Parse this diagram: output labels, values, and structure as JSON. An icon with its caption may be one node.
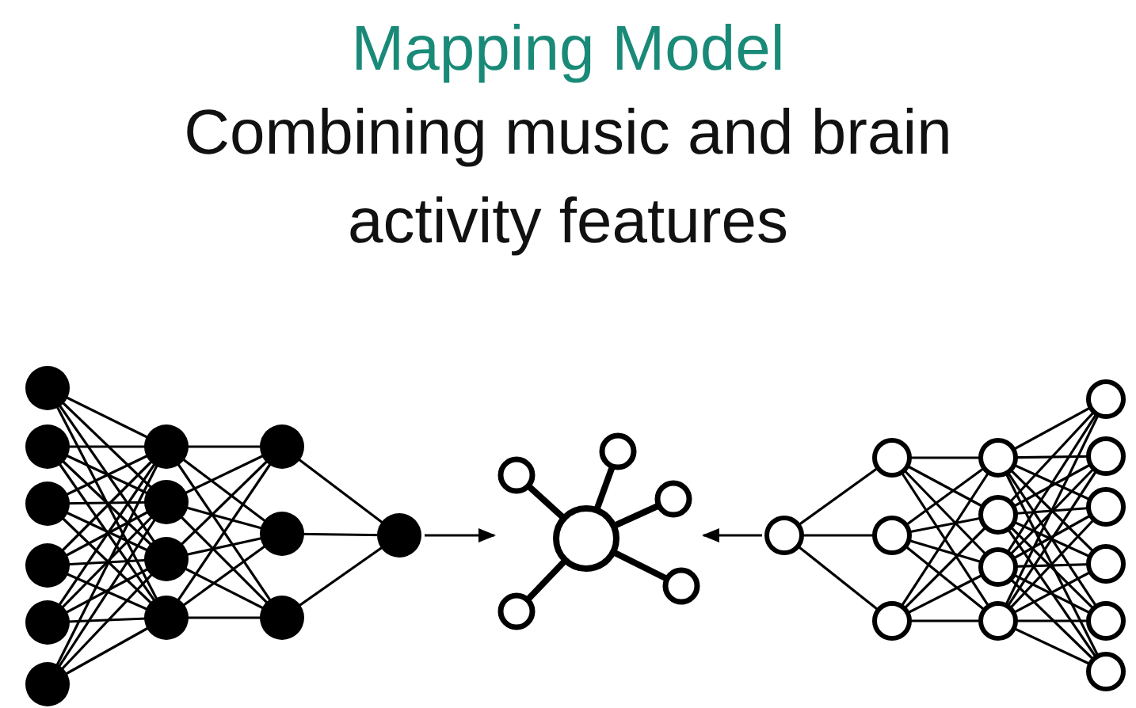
{
  "diagram": {
    "title": "Mapping Model",
    "nodes": [
      {
        "text": [],
        "shape": "picture"
      },
      {
        "text": [],
        "shape": "picture"
      },
      {
        "text": [],
        "shape": "picture"
      }
    ],
    "edges": [
      {
        "from": 0,
        "to": 1,
        "arrow": "to"
      },
      {
        "from": 2,
        "to": 1,
        "arrow": "to"
      }
    ],
    "labels": [
      "Combining music and brain activity features"
    ]
  }
}
